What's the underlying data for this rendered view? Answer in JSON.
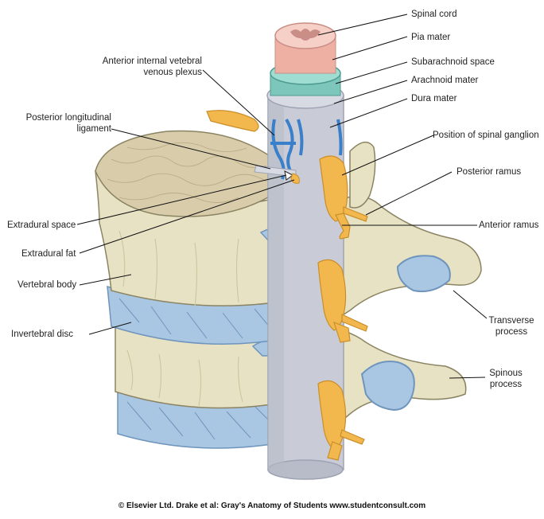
{
  "labels": {
    "spinal_cord": "Spinal cord",
    "pia_mater": "Pia mater",
    "subarachnoid_space": "Subarachnoid space",
    "arachnoid_mater": "Arachnoid mater",
    "dura_mater": "Dura mater",
    "position_of_spinal_ganglion": "Position of spinal ganglion",
    "posterior_ramus": "Posterior ramus",
    "anterior_ramus": "Anterior ramus",
    "transverse_process_1": "Transverse",
    "transverse_process_2": "process",
    "spinous_process_1": "Spinous",
    "spinous_process_2": "process",
    "anterior_venous_plexus_1": "Anterior internal vetebral",
    "anterior_venous_plexus_2": "venous plexus",
    "posterior_longitudinal_ligament_1": "Posterior longitudinal",
    "posterior_longitudinal_ligament_2": "ligament",
    "extradural_space": "Extradural space",
    "extradural_fat": "Extradural fat",
    "vertebral_body": "Vertebral body",
    "intervertebral_disc": "Invertebral disc"
  },
  "credit": "© Elsevier Ltd. Drake et al: Gray's Anatomy of Students www.studentconsult.com",
  "colors": {
    "bone": "#e8e2c4",
    "bone_dark": "#cfc7a0",
    "bone_outline": "#8a8462",
    "disc": "#a9c6e2",
    "disc_dark": "#6f95bd",
    "dura": "#c9ccd6",
    "dura_dark": "#9ea3b3",
    "arachnoid": "#5fb3a8",
    "cord": "#f2b8ad",
    "cord_grey": "#c98e86",
    "nerve": "#f2b84e",
    "nerve_dark": "#c98e2a",
    "vein": "#3a7fc9",
    "leader": "#111111"
  }
}
